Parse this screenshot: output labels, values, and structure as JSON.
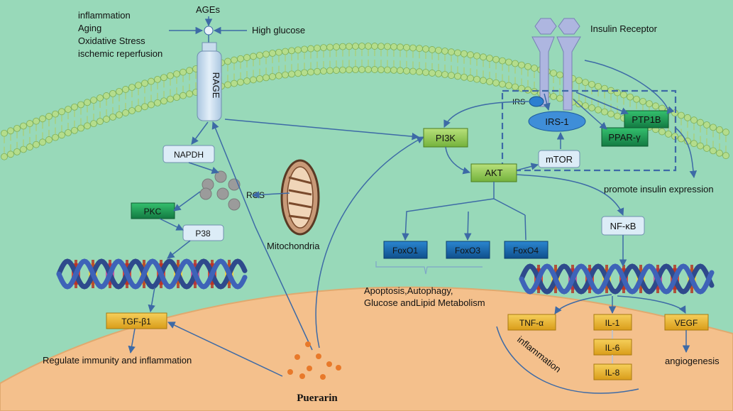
{
  "stimuli": [
    "inflammation",
    "Aging",
    "Oxidative Stress",
    "ischemic reperfusion"
  ],
  "ages": "AGEs",
  "high_glucose": "High glucose",
  "rage": "RAGE",
  "napdh": "NAPDH",
  "ros": "ROS",
  "mitochondria": "Mitochondria",
  "pkc": "PKC",
  "p38": "P38",
  "tgf": "TGF-β1",
  "regulate": "Regulate immunity and inflammation",
  "puerarin": "Puerarin",
  "insulin_receptor": "Insulin Receptor",
  "irs": "IRS",
  "irs1": "IRS-1",
  "ptp1b": "PTP1B",
  "ppar": "PPAR-γ",
  "mtor": "mTOR",
  "pi3k": "PI3K",
  "akt": "AKT",
  "promote": "promote insulin expression",
  "nfkb": "NF-κB",
  "foxo": [
    "FoxO1",
    "FoxO3",
    "FoxO4"
  ],
  "outcome_line1": "Apoptosis,Autophagy,",
  "outcome_line2": "Glucose andLipid Metabolism",
  "tnf": "TNF-α",
  "il1": "IL-1",
  "il6": "IL-6",
  "il8": "IL-8",
  "vegf": "VEGF",
  "angiogenesis": "angiogenesis",
  "inflammation_curve": "inflammation",
  "colors": {
    "background": "#98d9b9",
    "nucleus": "#f4c08c",
    "membrane": "#b4dd8c",
    "green_box": "#1a9a55",
    "blue_box": "#1463a8",
    "yellow_box": "#e8b12e",
    "light_box": "#dcecf7",
    "arrow": "#3d6aa6"
  }
}
